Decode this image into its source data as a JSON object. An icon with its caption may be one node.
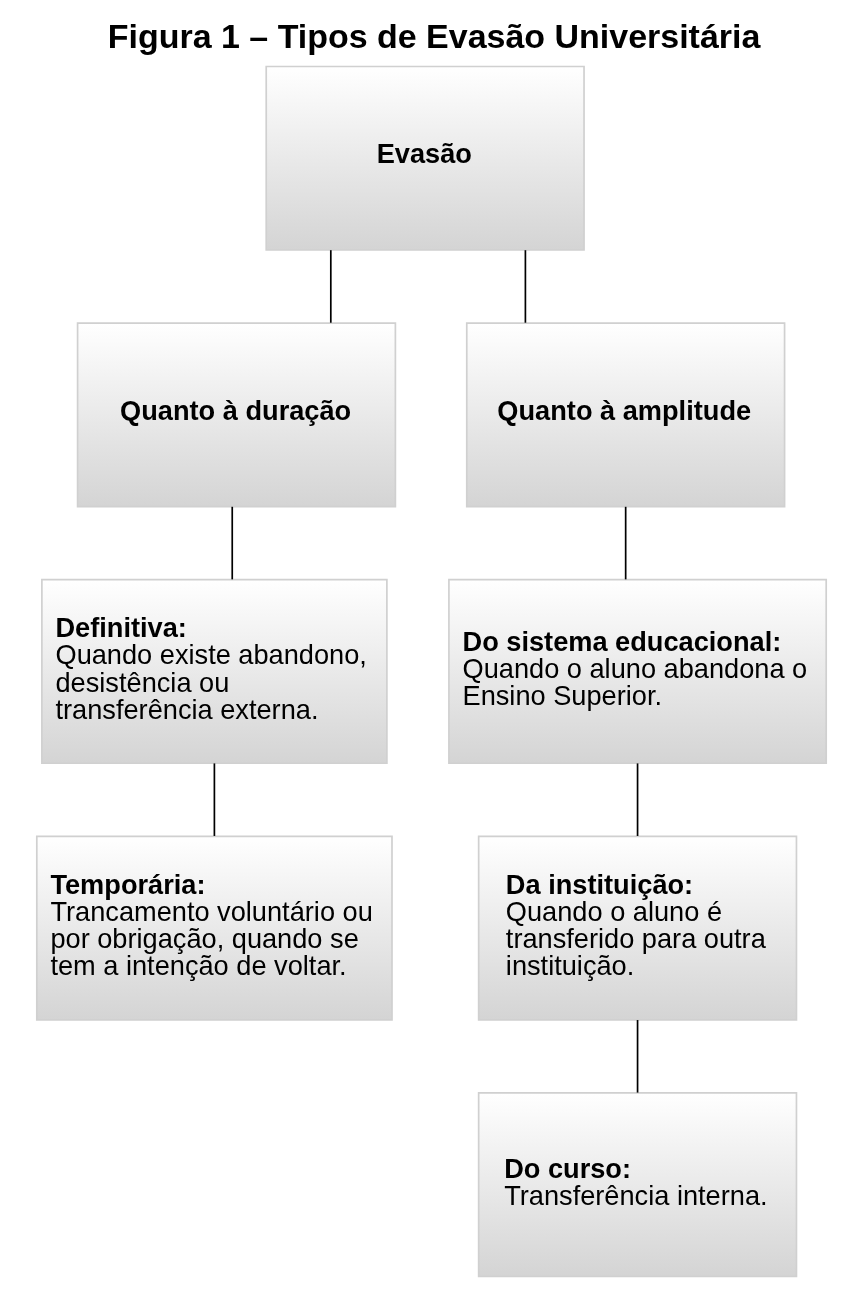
{
  "diagram": {
    "title": "Figura 1 – Tipos de Evasão Universitária",
    "nodes": [
      {
        "text": [
          "Evasão"
        ]
      },
      {
        "text": [
          "Quanto à duração"
        ]
      },
      {
        "text": [
          "Quanto à amplitude"
        ]
      },
      {
        "text": [
          "Definitiva:",
          "Quando existe abandono, desistência ou transferência externa."
        ]
      },
      {
        "text": [
          "Do sistema educacional:",
          "Quando o aluno abandona o Ensino Superior."
        ]
      },
      {
        "text": [
          "Temporária:",
          "Trancamento voluntário ou por obrigação, quando se tem a intenção de voltar."
        ]
      },
      {
        "text": [
          "Da instituição:",
          "Quando o aluno é transferido para outra instituição."
        ]
      },
      {
        "text": [
          "Do curso:",
          "Transferência interna."
        ]
      }
    ],
    "edges": [
      {
        "from": 0,
        "to": 1,
        "arrow": "none"
      },
      {
        "from": 0,
        "to": 2,
        "arrow": "none"
      },
      {
        "from": 1,
        "to": 3,
        "arrow": "none"
      },
      {
        "from": 3,
        "to": 5,
        "arrow": "none"
      },
      {
        "from": 2,
        "to": 4,
        "arrow": "none"
      },
      {
        "from": 4,
        "to": 6,
        "arrow": "none"
      },
      {
        "from": 6,
        "to": 7,
        "arrow": "none"
      }
    ]
  }
}
